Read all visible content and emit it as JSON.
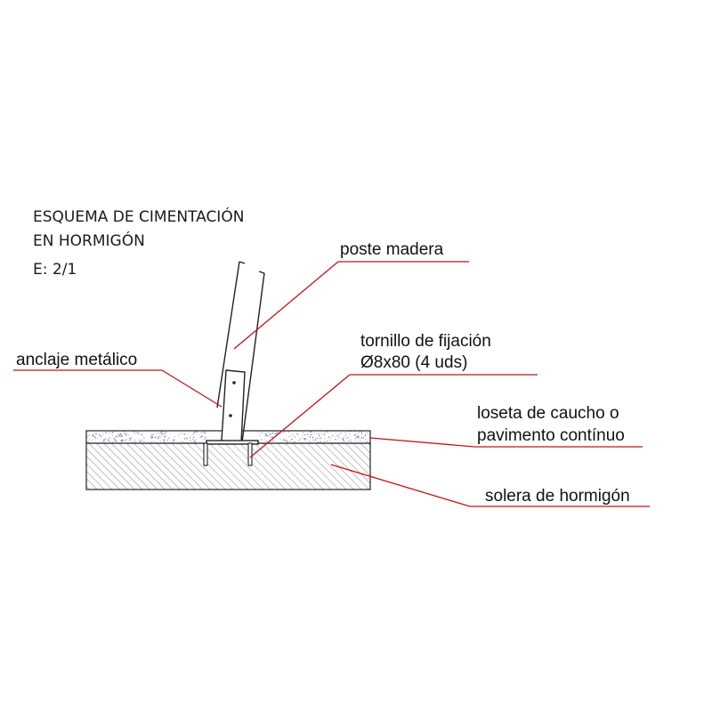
{
  "title": {
    "line1": "ESQUEMA DE CIMENTACIÓN",
    "line2": "EN HORMIGÓN",
    "scale": "E: 2/1"
  },
  "labels": {
    "poste": "poste madera",
    "anclaje": "anclaje metálico",
    "tornillo_line1": "tornillo de fijación",
    "tornillo_line2": "Ø8x80 (4 uds)",
    "loseta_line1": "loseta de caucho o",
    "loseta_line2": "pavimento contínuo",
    "solera": "solera de hormigón"
  },
  "colors": {
    "leader": "#c0141c",
    "outline": "#222222",
    "hatch": "#8a8a8a",
    "speckle": "#6a78b8"
  }
}
